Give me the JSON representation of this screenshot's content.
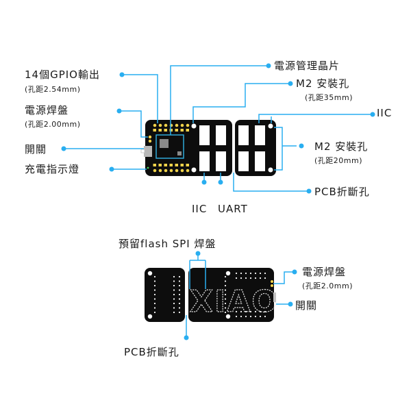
{
  "colors": {
    "leader": "#29aef0",
    "board": "#0d0d0d",
    "pad": "#f2d34a",
    "chip_outline": "#2ea9d8",
    "text": "#1a1a1a"
  },
  "top_board": {
    "labels": {
      "gpio": {
        "title": "14個GPIO輸出",
        "sub": "(孔距2.54mm)"
      },
      "power_pad": {
        "title": "電源焊盤",
        "sub": "(孔距2.00mm)"
      },
      "switch": {
        "title": "開關"
      },
      "charge_led": {
        "title": "充電指示燈"
      },
      "pmic": {
        "title": "電源管理晶片"
      },
      "m2_35": {
        "title": "M2 安裝孔",
        "sub": "(孔距35mm)"
      },
      "iic_right": {
        "title": "IIC"
      },
      "m2_20": {
        "title": "M2 安裝孔",
        "sub": "(孔距20mm)"
      },
      "pcb_break": {
        "title": "PCB折斷孔"
      },
      "iic_bottom": {
        "title": "IIC"
      },
      "uart_bottom": {
        "title": "UART"
      }
    }
  },
  "bottom_board": {
    "silk_text": "XIAO",
    "labels": {
      "flash_spi": {
        "title": "預留flash SPI 焊盤"
      },
      "power_pad": {
        "title": "電源焊盤",
        "sub": "(孔距2.0mm)"
      },
      "switch": {
        "title": "開關"
      },
      "pcb_break": {
        "title": "PCB折斷孔"
      }
    }
  }
}
